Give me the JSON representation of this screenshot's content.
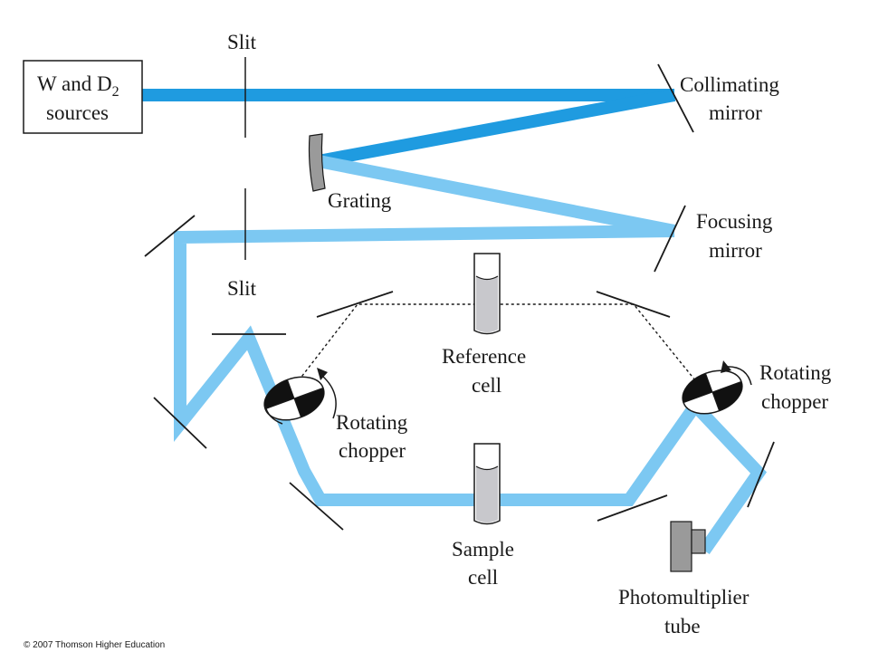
{
  "labels": {
    "source_line1_prefix": "W and D",
    "source_line1_sub": "2",
    "source_line2": "sources",
    "slit_top": "Slit",
    "collimating_line1": "Collimating",
    "collimating_line2": "mirror",
    "grating": "Grating",
    "focusing_line1": "Focusing",
    "focusing_line2": "mirror",
    "slit_bottom": "Slit",
    "reference_line1": "Reference",
    "reference_line2": "cell",
    "chopper_left_line1": "Rotating",
    "chopper_left_line2": "chopper",
    "chopper_right_line1": "Rotating",
    "chopper_right_line2": "chopper",
    "sample_line1": "Sample",
    "sample_line2": "cell",
    "pmt_line1": "Photomultiplier",
    "pmt_line2": "tube"
  },
  "copyright": "© 2007 Thomson Higher Education",
  "colors": {
    "beam_dark": "#1f9be0",
    "beam_light": "#7cc8f2",
    "cell_fill": "#c8c8cc",
    "component_gray": "#9a9a9a",
    "line": "#1a1a1a"
  }
}
